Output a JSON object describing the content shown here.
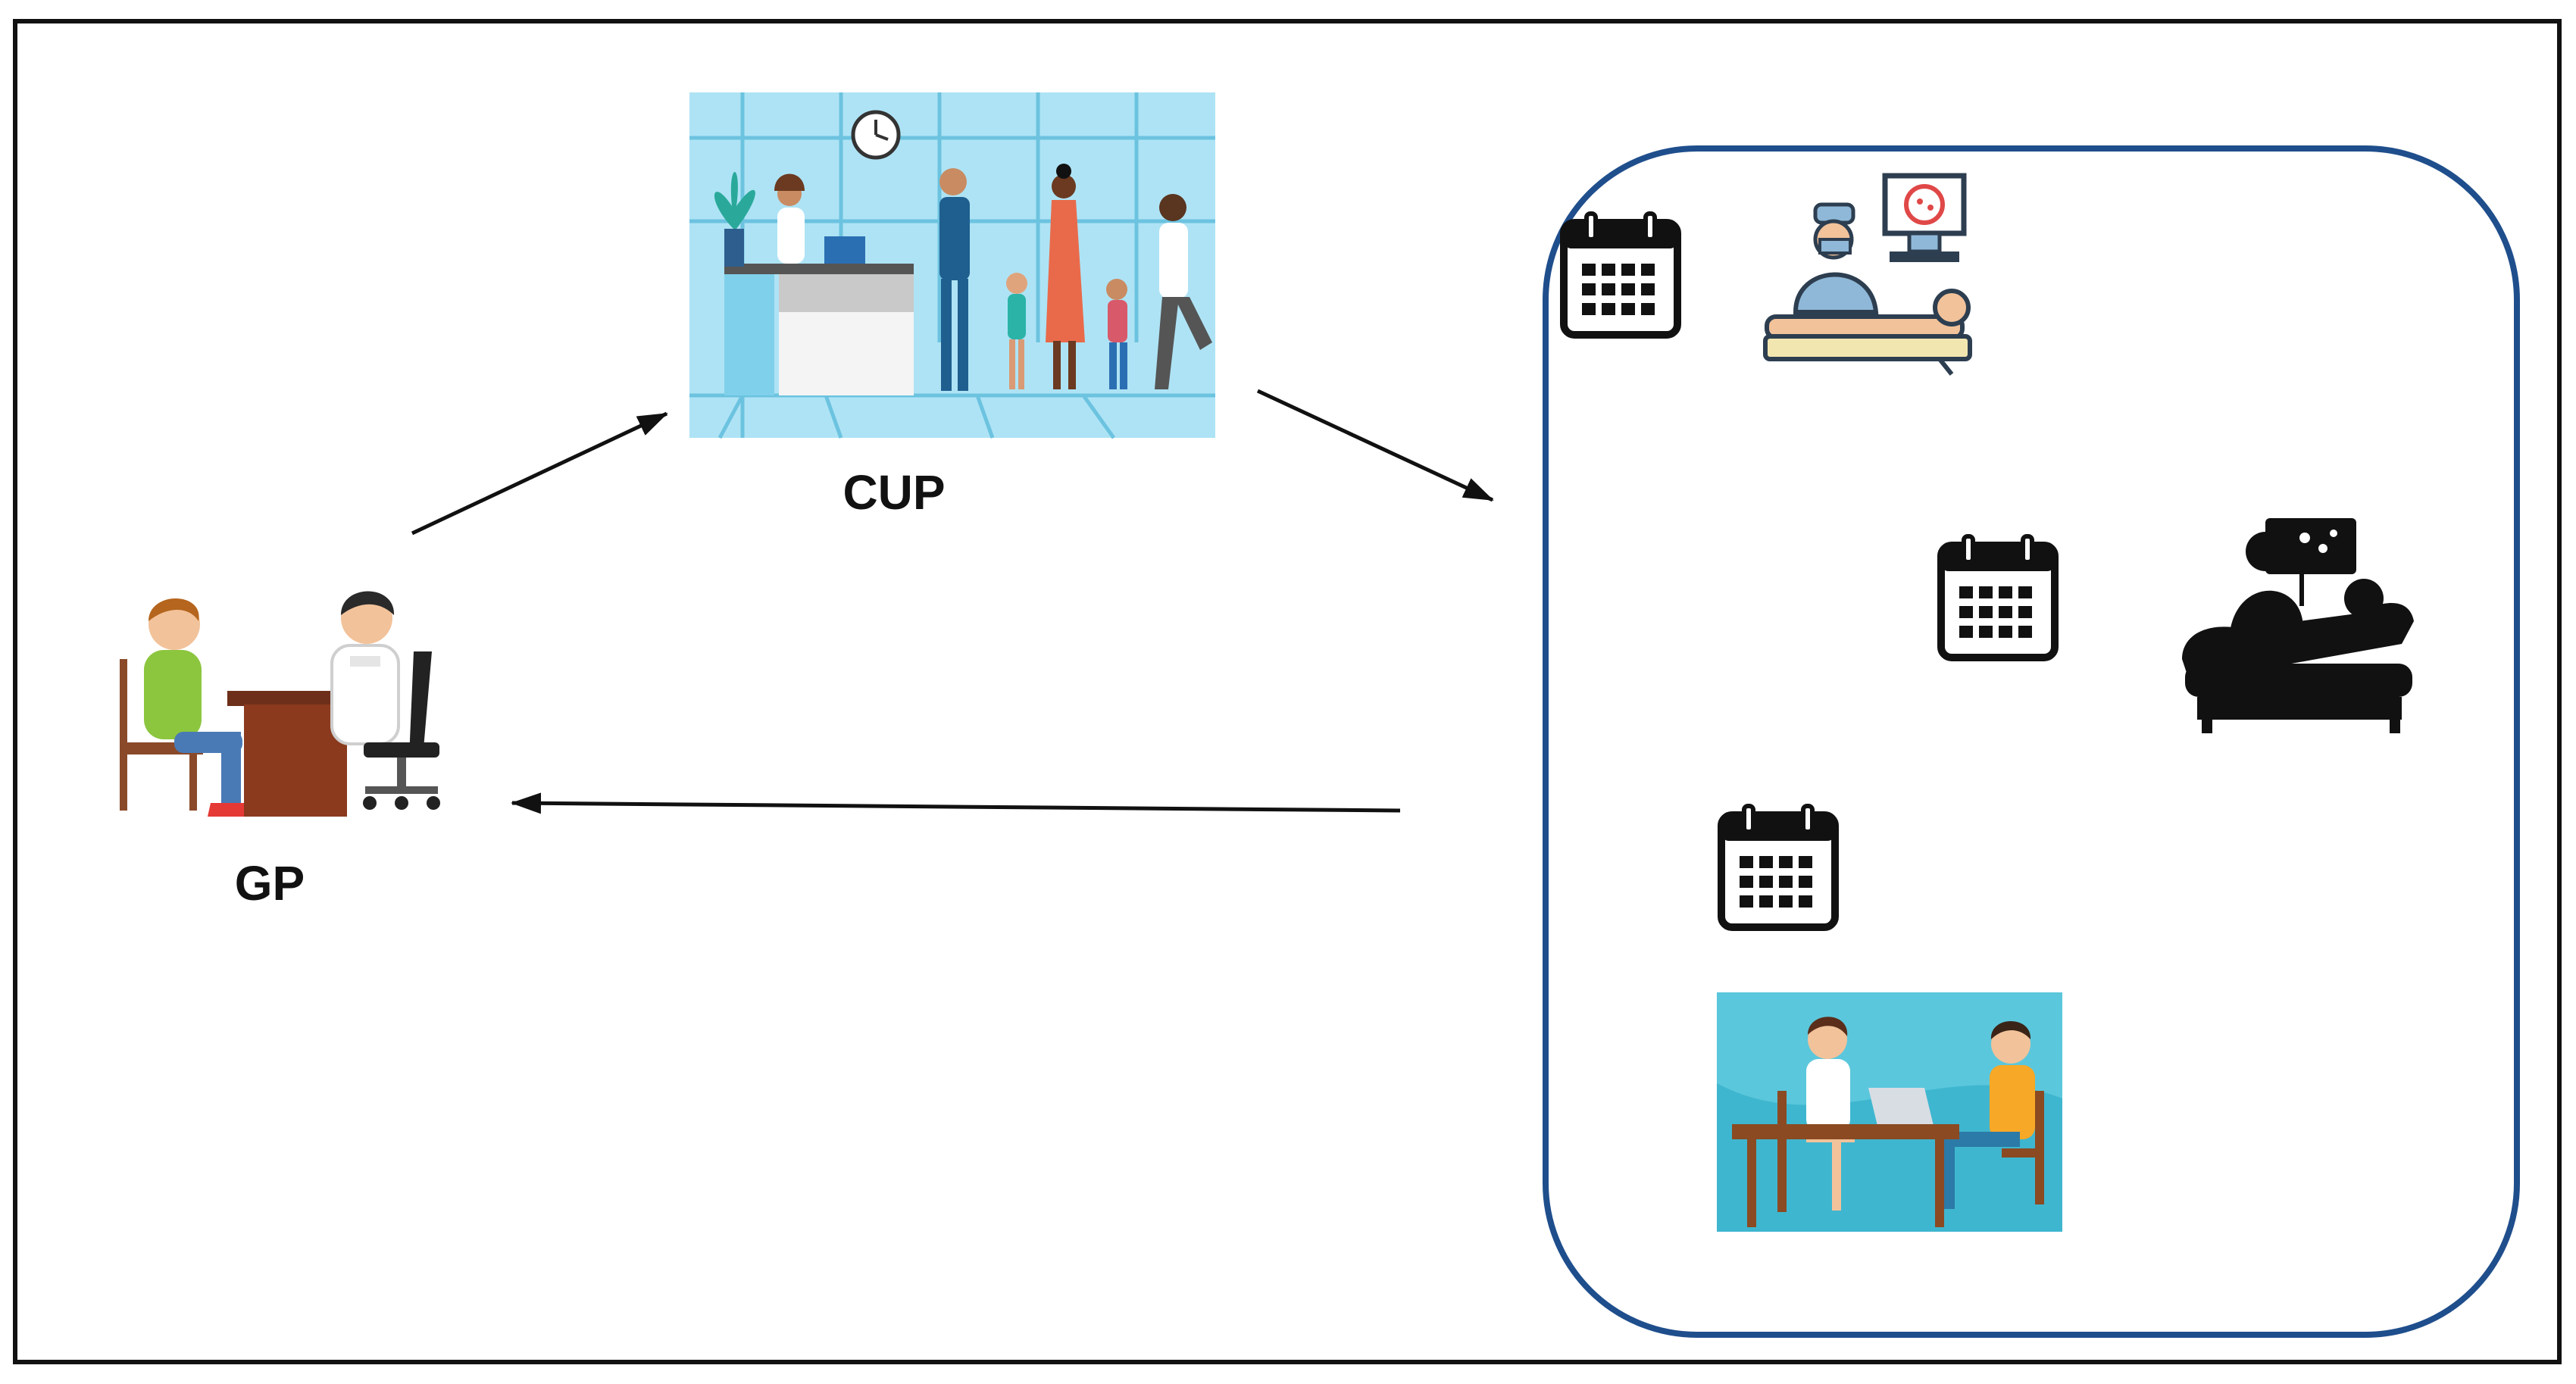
{
  "labels": {
    "gp": "GP",
    "cup": "CUP"
  },
  "nodes": [
    {
      "id": "gp",
      "illustration": "gp-consultation-illustration"
    },
    {
      "id": "cup",
      "illustration": "cup-waiting-room-illustration"
    },
    {
      "id": "pathway",
      "illustration": "specialist-pathway-group",
      "steps": [
        {
          "icon": "calendar-icon",
          "illustration": "surgeon-procedure-illustration"
        },
        {
          "icon": "calendar-icon",
          "illustration": "ultrasound-exam-icon"
        },
        {
          "icon": "calendar-icon",
          "illustration": "specialist-visit-illustration"
        }
      ]
    }
  ],
  "edges": [
    {
      "from": "gp",
      "to": "cup"
    },
    {
      "from": "cup",
      "to": "pathway"
    },
    {
      "from": "pathway",
      "to": "gp"
    }
  ],
  "colors": {
    "frame": "#111111",
    "group_border": "#1f4e8c",
    "arrow": "#111111",
    "sky": "#aee3f5",
    "teal": "#3fb6cf"
  }
}
